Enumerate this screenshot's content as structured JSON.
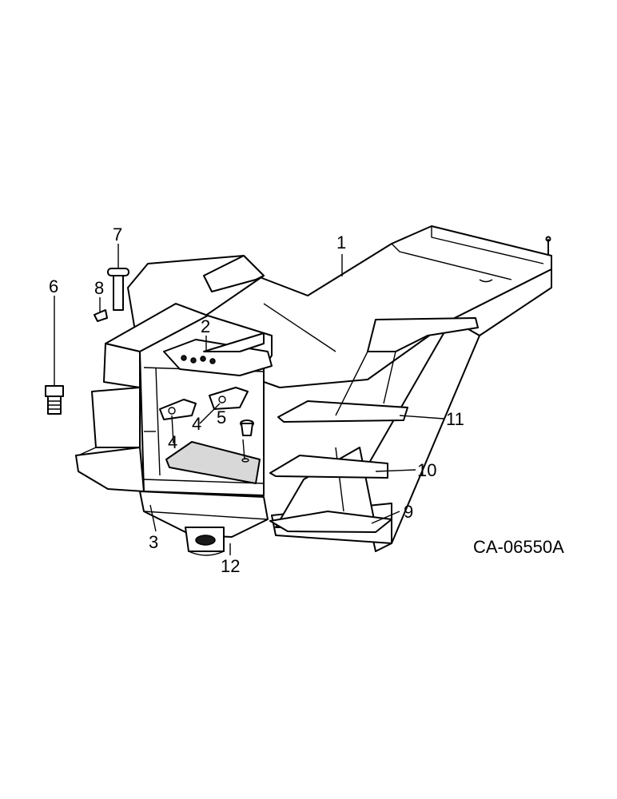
{
  "diagram": {
    "drawing_code": "CA-06550A",
    "callouts": [
      {
        "id": "1",
        "label": "1"
      },
      {
        "id": "2",
        "label": "2"
      },
      {
        "id": "3",
        "label": "3"
      },
      {
        "id": "4a",
        "label": "4"
      },
      {
        "id": "4b",
        "label": "4"
      },
      {
        "id": "5",
        "label": "5"
      },
      {
        "id": "6",
        "label": "6"
      },
      {
        "id": "7",
        "label": "7"
      },
      {
        "id": "8",
        "label": "8"
      },
      {
        "id": "9",
        "label": "9"
      },
      {
        "id": "10",
        "label": "10"
      },
      {
        "id": "11",
        "label": "11"
      },
      {
        "id": "12",
        "label": "12"
      }
    ]
  },
  "colors": {
    "ink": "#000000",
    "paper": "#ffffff"
  }
}
